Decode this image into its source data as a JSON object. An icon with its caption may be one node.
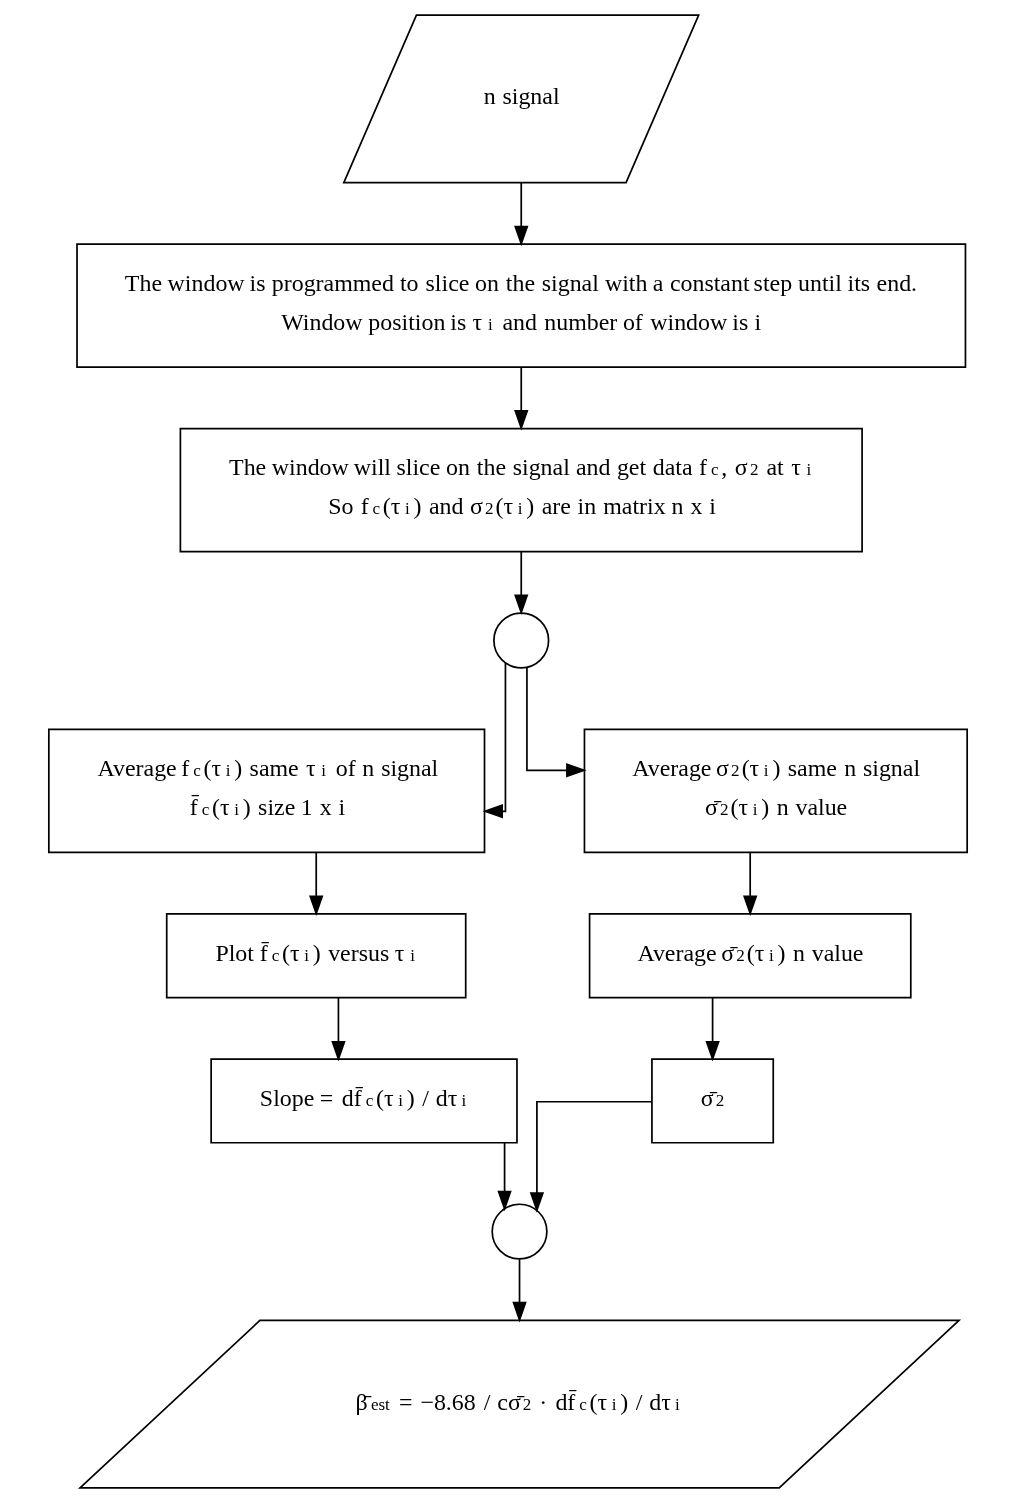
{
  "diagram": {
    "nodes": [
      {
        "text": [
          "n signal"
        ]
      },
      {
        "text": [
          "The window is programmed to slice on the signal with a constant step until its end.",
          "Window position is τ$_{i}$ and number of window is i"
        ]
      },
      {
        "text": [
          "The window will slice on the signal and get data f$_{c}$, σ$^{2}$ at τ$_{i}$",
          "So f$_{c}$(τ$_{i}$) and σ$^{2}$(τ$_{i}$) are in matrix n x i"
        ]
      },
      {
        "text": [],
        "shape": "circle"
      },
      {
        "text": [
          "Average f$_{c}$(τ$_{i}$) same τ$_{i}$ of n signal",
          "f̄$_{c}$(τ$_{i}$) size 1 x i"
        ]
      },
      {
        "text": [
          "Average σ$^{2}$(τ$_{i}$) same n signal",
          "σ̄$^{2}$(τ$_{i}$) n value"
        ]
      },
      {
        "text": [
          "Plot f̄$_{c}$(τ$_{i}$) versus τ$_{i}$"
        ]
      },
      {
        "text": [
          "Average σ̄$^{2}$(τ$_{i}$) n value"
        ]
      },
      {
        "text": [
          "Slope = df̄$_{c}$(τ$_{i}$) / dτ$_{i}$"
        ]
      },
      {
        "text": [
          "σ̄$^{2}$"
        ]
      },
      {
        "text": [],
        "shape": "circle"
      },
      {
        "text": [
          "β̄$_{est}$ = −8.68 / cσ̄$^{2}$ · df̄$_{c}$(τ$_{i}$) / dτ$_{i}$"
        ]
      }
    ],
    "edges": [
      {
        "from": 0,
        "to": 1,
        "arrow": "to"
      },
      {
        "from": 1,
        "to": 2,
        "arrow": "to"
      },
      {
        "from": 2,
        "to": 3,
        "arrow": "to"
      },
      {
        "from": 3,
        "to": 4,
        "arrow": "to"
      },
      {
        "from": 3,
        "to": 5,
        "arrow": "to"
      },
      {
        "from": 4,
        "to": 6,
        "arrow": "to"
      },
      {
        "from": 6,
        "to": 8,
        "arrow": "to"
      },
      {
        "from": 5,
        "to": 7,
        "arrow": "to"
      },
      {
        "from": 7,
        "to": 9,
        "arrow": "to"
      },
      {
        "from": 8,
        "to": 10,
        "arrow": "to"
      },
      {
        "from": 9,
        "to": 10,
        "arrow": "to"
      },
      {
        "from": 10,
        "to": 11,
        "arrow": "to"
      }
    ]
  }
}
